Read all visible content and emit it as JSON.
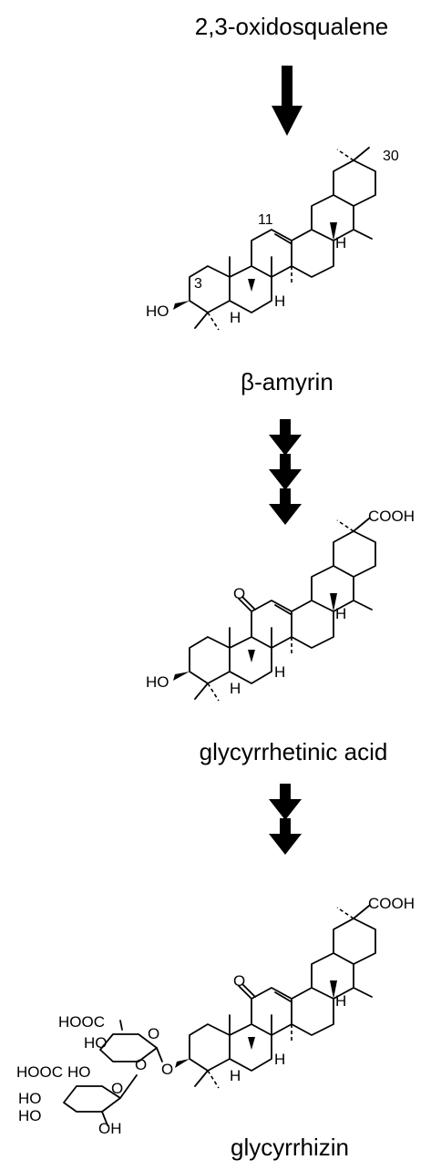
{
  "pathway": {
    "precursor": "2,3-oxidosqualene",
    "intermediate_1": "β-amyrin",
    "intermediate_2": "glycyrrhetinic acid",
    "product": "glycyrrhizin"
  },
  "atoms": {
    "ho": "HO",
    "h": "H",
    "o": "O",
    "cooh": "COOH",
    "hooc": "HOOC",
    "oh": "OH"
  },
  "carbon_numbers": {
    "c3": "3",
    "c11": "11",
    "c30": "30"
  },
  "steps": [
    1,
    3,
    2
  ],
  "colors": {
    "ink": "#000000",
    "background": "#ffffff"
  }
}
